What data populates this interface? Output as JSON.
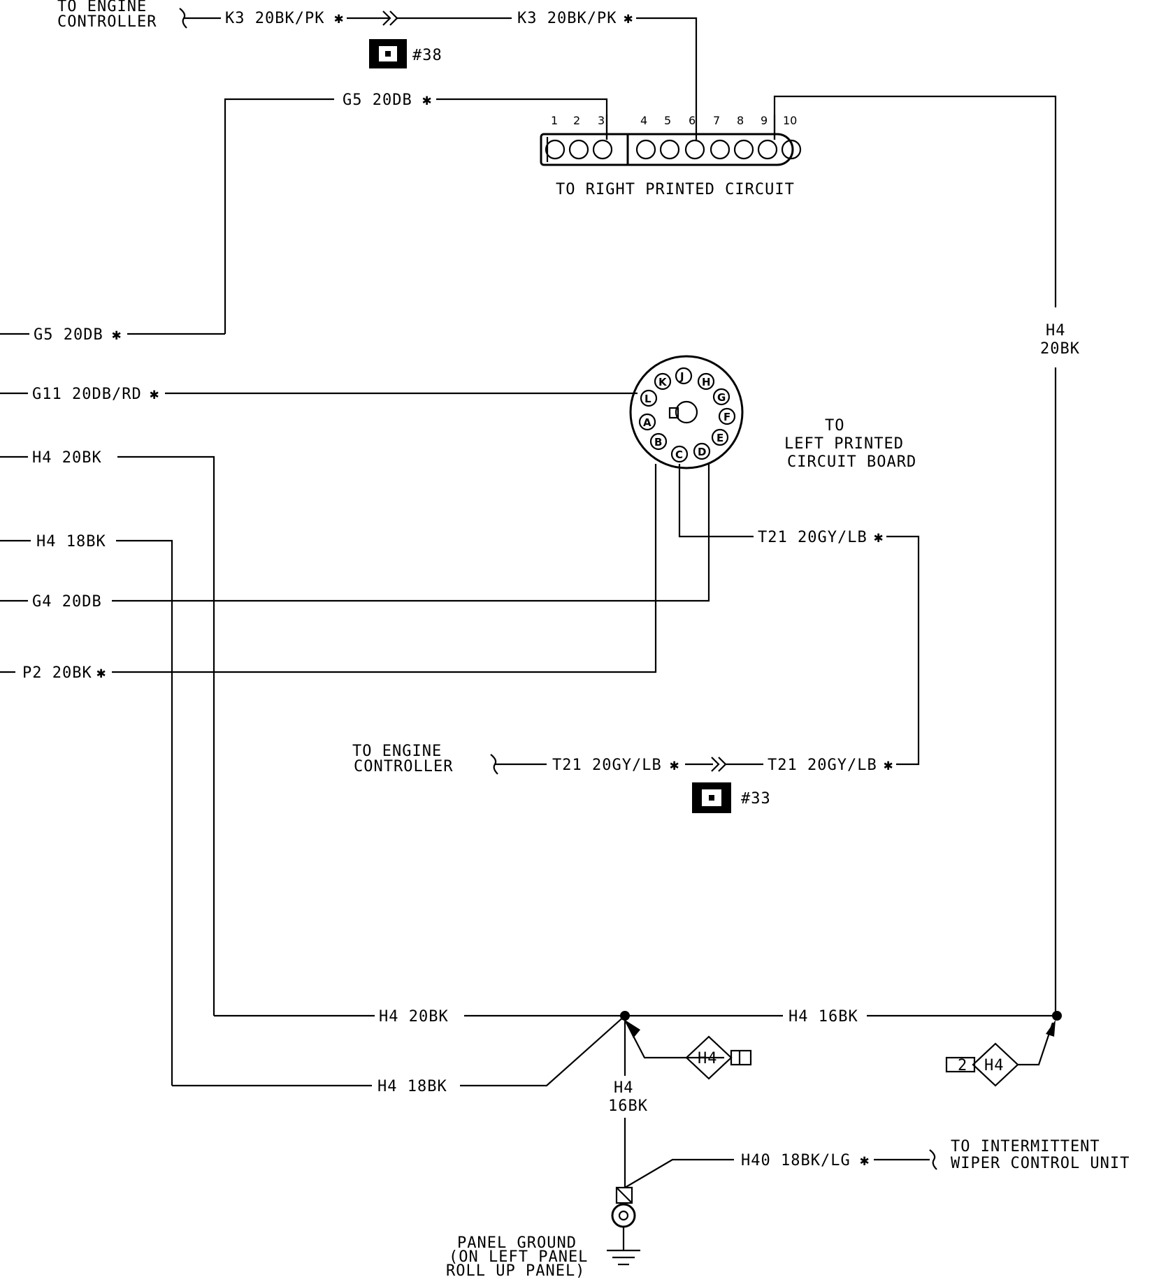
{
  "labels": {
    "to_engine_controller_top": [
      "TO ENGINE",
      "CONTROLLER"
    ],
    "k3_left": "K3 20BK/PK",
    "k3_right": "K3 20BK/PK",
    "connector_38": "#38",
    "g5_top": "G5 20DB",
    "right_pc_pins": [
      "1",
      "2",
      "3",
      "4",
      "5",
      "6",
      "7",
      "8",
      "9",
      "10"
    ],
    "to_right_pc": "TO RIGHT PRINTED CIRCUIT",
    "h4_right_vertical": [
      "H4",
      "20BK"
    ],
    "g5_left": "G5 20DB",
    "g11_left": "G11 20DB/RD",
    "h4_20bk_left": "H4 20BK",
    "h4_18bk_left": "H4 18BK",
    "g4_left": "G4 20DB",
    "p2_left": "P2 20BK",
    "round_pins": [
      "L",
      "K",
      "J",
      "H",
      "G",
      "F",
      "E",
      "D",
      "C",
      "B",
      "A"
    ],
    "to_left_pcb": [
      "TO",
      "LEFT PRINTED",
      "CIRCUIT BOARD"
    ],
    "t21_upper": "T21 20GY/LB",
    "to_engine_controller_mid": [
      "TO ENGINE",
      "CONTROLLER"
    ],
    "t21_left": "T21 20GY/LB",
    "t21_right": "T21 20GY/LB",
    "connector_33": "#33",
    "h4_20bk_bottom": "H4 20BK",
    "h4_16bk_bottom": "H4 16BK",
    "h4_18bk_bottom": "H4 18BK",
    "h4_splice_mid": "H4",
    "h4_splice_right": "H4",
    "splice_right_num": "2",
    "h4_16bk_vertical": [
      "H4",
      "16BK"
    ],
    "h40": "H40 18BK/LG",
    "to_intermittent": [
      "TO INTERMITTENT",
      "WIPER CONTROL UNIT"
    ],
    "panel_ground": [
      "PANEL GROUND",
      "(ON LEFT PANEL",
      "ROLL UP PANEL)"
    ]
  }
}
